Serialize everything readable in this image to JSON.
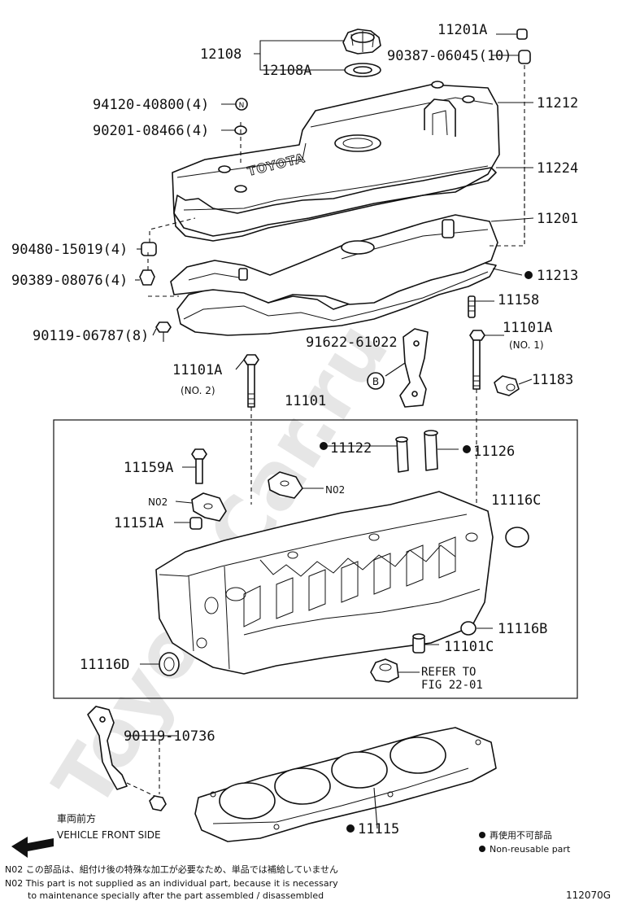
{
  "labels": {
    "p11201A_top": "11201A",
    "p90387": "90387-06045(10)",
    "p12108": "12108",
    "p12108A": "12108A",
    "p94120": "94120-40800(4)",
    "p90201": "90201-08466(4)",
    "p11212": "11212",
    "p11224": "11224",
    "p11201": "11201",
    "p90480": "90480-15019(4)",
    "p90389": "90389-08076(4)",
    "p11213": "11213",
    "p11158": "11158",
    "p90119_06787": "90119-06787(8)",
    "p91622": "91622-61022",
    "p11101A_no1": "11101A",
    "no1": "(NO. 1)",
    "p11101A_no2": "11101A",
    "no2": "(NO. 2)",
    "p11183": "11183",
    "p11101": "11101",
    "p11122": "11122",
    "p11126": "11126",
    "p11159A": "11159A",
    "n02_left": "N02",
    "n02_right": "N02",
    "p11151A": "11151A",
    "p11116C": "11116C",
    "p11116B": "11116B",
    "p11101C": "11101C",
    "p11116D": "11116D",
    "refer1": "REFER TO",
    "refer2": "FIG 22-01",
    "p90119_10736": "90119-10736",
    "p11115": "11115",
    "circle_b": "B",
    "circle_n": "N",
    "toyota": "TOYOTA"
  },
  "legend": {
    "front_jp": "車両前方",
    "front_en": "VEHICLE FRONT SIDE",
    "nonreuse_jp": "再使用不可部品",
    "nonreuse_en": "Non-reusable part"
  },
  "notes": {
    "line1": "N02 この部品は、組付け後の特殊な加工が必要なため、単品では補給していません",
    "line2": "N02 This part is not supplied as an individual part, because it is necessary",
    "line3": "to maintenance specially after the part assembled / disassembled"
  },
  "figure_id": "112070G",
  "watermark": "ToyotaCar.ru"
}
